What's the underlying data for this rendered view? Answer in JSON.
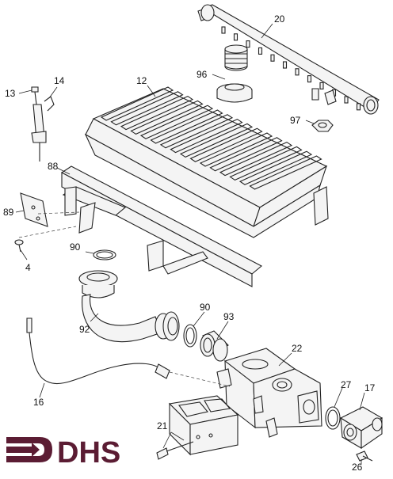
{
  "diagram": {
    "part_labels": [
      {
        "id": "p20",
        "text": "20"
      },
      {
        "id": "p96",
        "text": "96"
      },
      {
        "id": "p12",
        "text": "12"
      },
      {
        "id": "p13",
        "text": "13"
      },
      {
        "id": "p14",
        "text": "14"
      },
      {
        "id": "p97",
        "text": "97"
      },
      {
        "id": "p88",
        "text": "88"
      },
      {
        "id": "p89",
        "text": "89"
      },
      {
        "id": "p4",
        "text": "4"
      },
      {
        "id": "p90a",
        "text": "90"
      },
      {
        "id": "p92",
        "text": "92"
      },
      {
        "id": "p90b",
        "text": "90"
      },
      {
        "id": "p93",
        "text": "93"
      },
      {
        "id": "p22",
        "text": "22"
      },
      {
        "id": "p16",
        "text": "16"
      },
      {
        "id": "p27",
        "text": "27"
      },
      {
        "id": "p17",
        "text": "17"
      },
      {
        "id": "p21",
        "text": "21"
      },
      {
        "id": "p26",
        "text": "26"
      }
    ]
  },
  "logo": {
    "text": "DHS",
    "color": "#5b1c33"
  }
}
